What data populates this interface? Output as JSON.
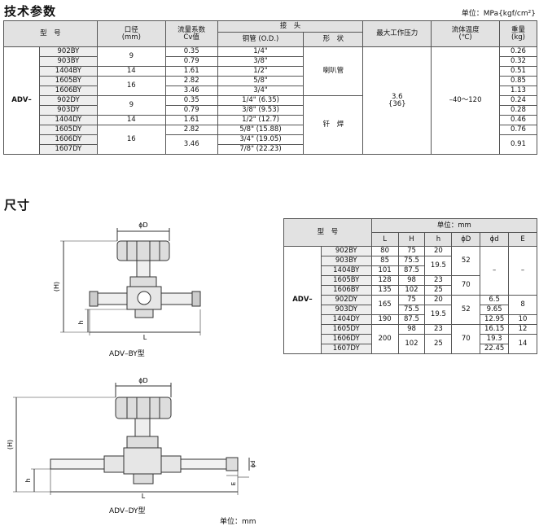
{
  "spec": {
    "title": "技术参数",
    "unit": "单位：MPa{kgf/cm²}",
    "headers": {
      "model": "型　号",
      "bore": "口径",
      "bore_unit": "(mm)",
      "flow": "流量系数",
      "cv": "Cv值",
      "joint": "接　头",
      "od": "铜管 (O.D.)",
      "shape": "形　状",
      "pressure": "最大工作压力",
      "temp": "流体温度",
      "temp_unit": "(℃)",
      "weight": "重量",
      "weight_unit": "(kg)"
    },
    "series": "ADV–",
    "rows": [
      {
        "model": "902BY",
        "cv": "0.35",
        "od": "1/4\"",
        "weight": "0.26"
      },
      {
        "model": "903BY",
        "cv": "0.79",
        "od": "3/8\"",
        "weight": "0.32"
      },
      {
        "model": "1404BY",
        "cv": "1.61",
        "od": "1/2\"",
        "weight": "0.51"
      },
      {
        "model": "1605BY",
        "cv": "2.82",
        "od": "5/8\"",
        "weight": "0.85"
      },
      {
        "model": "1606BY",
        "cv": "3.46",
        "od": "3/4\"",
        "weight": "1.13"
      },
      {
        "model": "902DY",
        "cv": "0.35",
        "od": "1/4\" (6.35)",
        "weight": "0.24"
      },
      {
        "model": "903DY",
        "cv": "0.79",
        "od": "3/8\" (9.53)",
        "weight": "0.28"
      },
      {
        "model": "1404DY",
        "cv": "1.61",
        "od": "1/2\" (12.7)",
        "weight": "0.46"
      },
      {
        "model": "1605DY",
        "cv": "2.82",
        "od": "5/8\" (15.88)",
        "weight": "0.76"
      },
      {
        "model": "1606DY",
        "cv": "3.46",
        "od": "3/4\" (19.05)",
        "weight": "0.91"
      },
      {
        "model": "1607DY",
        "cv": "",
        "od": "7/8\" (22.23)",
        "weight": ""
      }
    ],
    "bores": [
      "9",
      "14",
      "16",
      "9",
      "14",
      "16"
    ],
    "shape_flare": "喇叭管",
    "shape_solder": "钎　焊",
    "pressure": "3.6",
    "pressure_kgf": "{36}",
    "temp": "–40～120"
  },
  "dims": {
    "title": "尺寸",
    "unit": "单位：mm",
    "headers": {
      "model": "型　号",
      "L": "L",
      "H": "H",
      "h": "h",
      "phiD": "ϕD",
      "phid": "ϕd",
      "E": "E"
    },
    "series": "ADV–",
    "rows": [
      {
        "model": "902BY",
        "L": "80",
        "H": "75",
        "h": "20"
      },
      {
        "model": "903BY",
        "L": "85",
        "H": "75.5"
      },
      {
        "model": "1404BY",
        "L": "101",
        "H": "87.5"
      },
      {
        "model": "1605BY",
        "L": "128",
        "H": "98",
        "h": "23"
      },
      {
        "model": "1606BY",
        "L": "135",
        "H": "102",
        "h": "25"
      },
      {
        "model": "902DY",
        "H": "75",
        "h": "20",
        "d": "6.5"
      },
      {
        "model": "903DY",
        "H": "75.5",
        "d": "9.65"
      },
      {
        "model": "1404DY",
        "L": "190",
        "H": "87.5",
        "d": "12.95",
        "E": "10"
      },
      {
        "model": "1605DY",
        "H": "98",
        "h": "23",
        "d": "16.15",
        "E": "12"
      },
      {
        "model": "1606DY",
        "d": "19.3"
      },
      {
        "model": "1607DY",
        "d": "22.45"
      }
    ],
    "merged": {
      "h_by": "19.5",
      "D_by1": "52",
      "D_by2": "70",
      "d_by": "–",
      "E_by": "–",
      "L_dy": "165",
      "h_dy": "19.5",
      "D_dy1": "52",
      "E_dy1": "8",
      "L_dy2": "200",
      "H_dy2": "102",
      "h_dy2": "25",
      "D_dy2": "70",
      "E_dy2": "14"
    }
  },
  "drawings": {
    "by_caption": "ADV–BY型",
    "dy_caption": "ADV–DY型",
    "label_phiD": "ϕD",
    "label_H": "(H)",
    "label_h": "h",
    "label_L": "L",
    "label_E": "E",
    "label_phid": "ϕd",
    "unit_bottom": "单位：mm"
  }
}
